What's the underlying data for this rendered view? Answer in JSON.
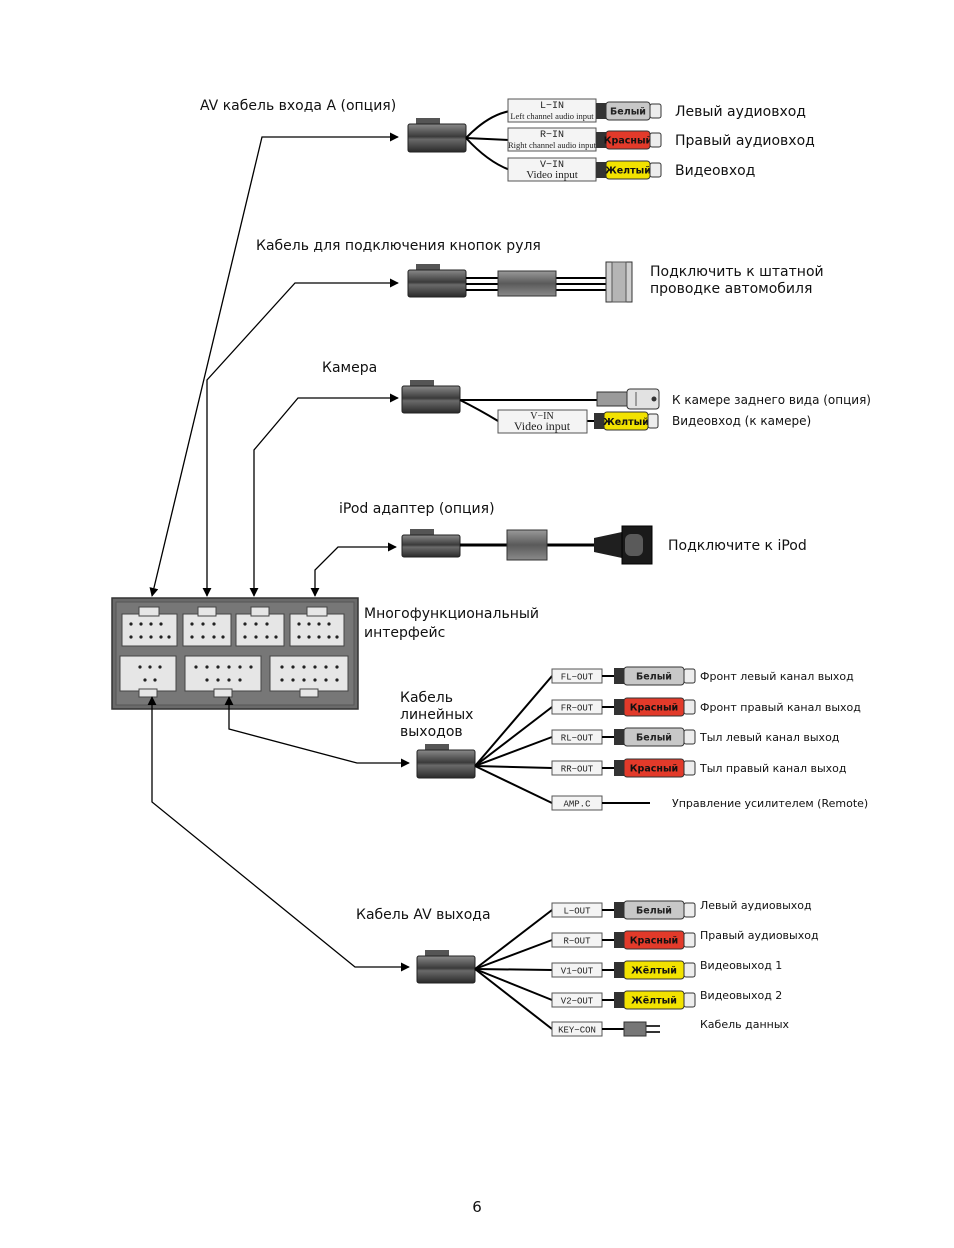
{
  "page_number": "6",
  "interface_label": [
    "Многофункциональный",
    "интерфейс"
  ],
  "av_in_a": {
    "title": "AV кабель входа А (опция)",
    "channels": [
      {
        "tag": "L−IN",
        "sub": "Left channel audio input",
        "plug": "Белый",
        "color": "#c8c8c8",
        "desc": "Левый аудиовход"
      },
      {
        "tag": "R−IN",
        "sub": "Right channel audio input",
        "plug": "Красный",
        "color": "#e23a2a",
        "desc": "Правый аудиовход"
      },
      {
        "tag": "V−IN",
        "sub": "Video input",
        "plug": "Желтый",
        "color": "#f2e200",
        "desc": "Видеовход"
      }
    ]
  },
  "steering": {
    "title": "Кабель для подключения кнопок руля",
    "desc": [
      "Подключить к штатной",
      "проводке автомобиля"
    ]
  },
  "camera": {
    "title": "Камера",
    "rear_desc": "К камере заднего вида (опция)",
    "video": {
      "tag": "V−IN",
      "sub": "Video input",
      "plug": "Желтый",
      "color": "#f2e200",
      "desc": "Видеовход (к камере)"
    }
  },
  "ipod": {
    "title": "iPod адаптер (опция)",
    "desc": "Подключите к iPod"
  },
  "line_out": {
    "title": [
      "Кабель",
      "линейных",
      "выходов"
    ],
    "channels": [
      {
        "tag": "FL−OUT",
        "plug": "Белый",
        "color": "#c8c8c8",
        "desc": "Фронт левый канал выход"
      },
      {
        "tag": "FR−OUT",
        "plug": "Красный",
        "color": "#e23a2a",
        "desc": "Фронт правый канал выход"
      },
      {
        "tag": "RL−OUT",
        "plug": "Белый",
        "color": "#c8c8c8",
        "desc": "Тыл левый канал выход"
      },
      {
        "tag": "RR−OUT",
        "plug": "Красный",
        "color": "#e23a2a",
        "desc": "Тыл правый канал выход"
      }
    ],
    "amp": {
      "tag": "AMP.C",
      "desc": "Управление усилителем (Remote)"
    }
  },
  "av_out": {
    "title": "Кабель AV выхода",
    "channels": [
      {
        "tag": "L−OUT",
        "plug": "Белый",
        "color": "#c8c8c8",
        "desc": "Левый аудиовыход"
      },
      {
        "tag": "R−OUT",
        "plug": "Красный",
        "color": "#e23a2a",
        "desc": "Правый аудиовыход"
      },
      {
        "tag": "V1−OUT",
        "plug": "Жёлтый",
        "color": "#f2e200",
        "desc": "Видеовыход 1"
      },
      {
        "tag": "V2−OUT",
        "plug": "Жёлтый",
        "color": "#f2e200",
        "desc": "Видеовыход 2"
      }
    ],
    "key": {
      "tag": "KEY−CON",
      "desc": "Кабель данных"
    }
  }
}
